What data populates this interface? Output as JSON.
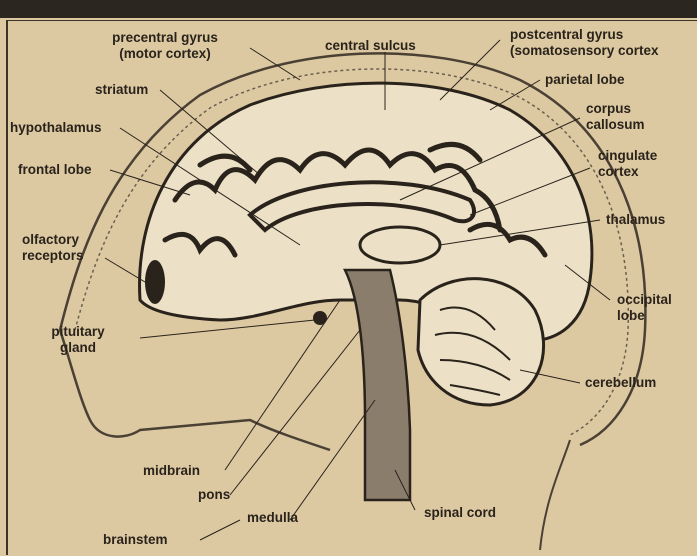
{
  "labels": {
    "precentral_gyrus": "precentral gyrus",
    "motor_cortex": "(motor cortex)",
    "central_sulcus": "central sulcus",
    "postcentral_gyrus": "postcentral gyrus",
    "somatosensory_cortex": "(somatosensory cortex",
    "striatum": "striatum",
    "parietal_lobe": "parietal lobe",
    "hypothalamus": "hypothalamus",
    "corpus": "corpus",
    "callosum": "callosum",
    "frontal_lobe": "frontal lobe",
    "cingulate": "cingulate",
    "cortex": "cortex",
    "thalamus": "thalamus",
    "olfactory": "olfactory",
    "receptors": "receptors",
    "occipital": "occipital",
    "lobe": "lobe",
    "pituitary": "pituitary",
    "gland": "gland",
    "cerebellum": "cerebellum",
    "midbrain": "midbrain",
    "pons": "pons",
    "medulla": "medulla",
    "spinal_cord": "spinal cord",
    "brainstem": "brainstem"
  },
  "colors": {
    "paper": "#dcc9a2",
    "ink": "#2a231b",
    "tissue": "#8a7d6c",
    "brain_fill": "#ece1c6"
  }
}
